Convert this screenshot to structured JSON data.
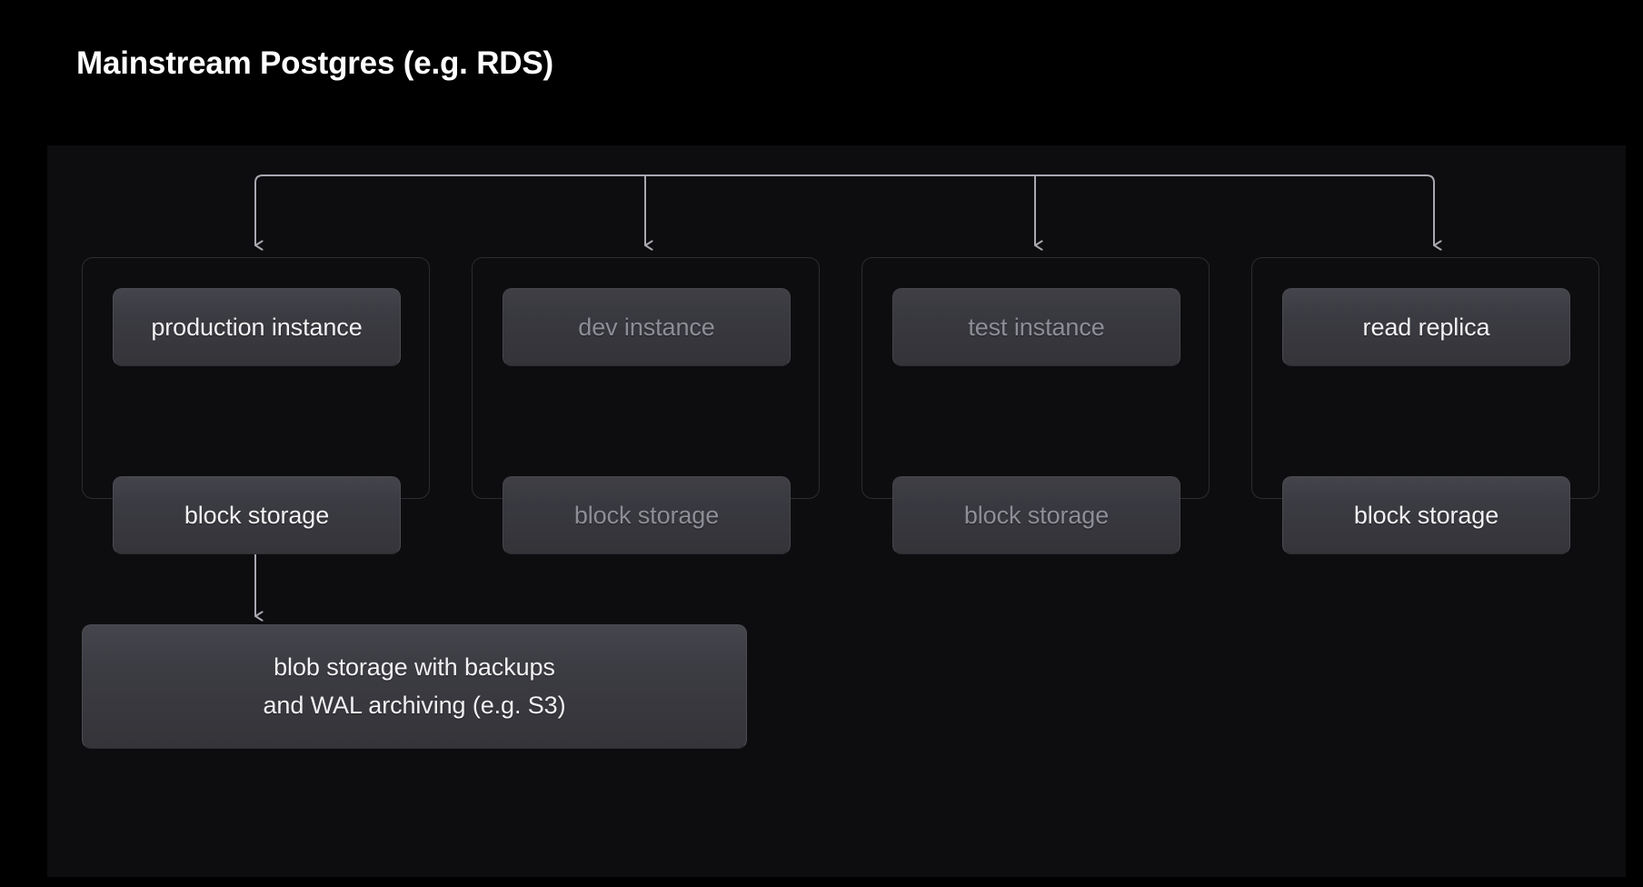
{
  "title": "Mainstream Postgres (e.g. RDS)",
  "colors": {
    "page_background": "#000000",
    "panel_background": "#0d0d0f",
    "group_border": "#2c2c31",
    "node_fill": "#3b3b42",
    "node_text_active": "#f2f2f4",
    "node_text_dimmed": "#8e8e96",
    "connector": "#a8a8b0",
    "title_text": "#ffffff"
  },
  "diagram": {
    "type": "tree",
    "root_label": "",
    "columns": [
      {
        "id": "production",
        "state": "active",
        "instance_label": "production instance",
        "storage_label": "block storage",
        "link": "bidirectional"
      },
      {
        "id": "dev",
        "state": "dimmed",
        "instance_label": "dev instance",
        "storage_label": "block storage",
        "link": "bidirectional"
      },
      {
        "id": "test",
        "state": "dimmed",
        "instance_label": "test instance",
        "storage_label": "block storage",
        "link": "bidirectional"
      },
      {
        "id": "read-replica",
        "state": "active",
        "instance_label": "read replica",
        "storage_label": "block storage",
        "link": "bidirectional"
      }
    ],
    "blob_storage": {
      "line1": "blob storage with backups",
      "line2": "and WAL archiving (e.g. S3)",
      "source_column": "production"
    }
  }
}
